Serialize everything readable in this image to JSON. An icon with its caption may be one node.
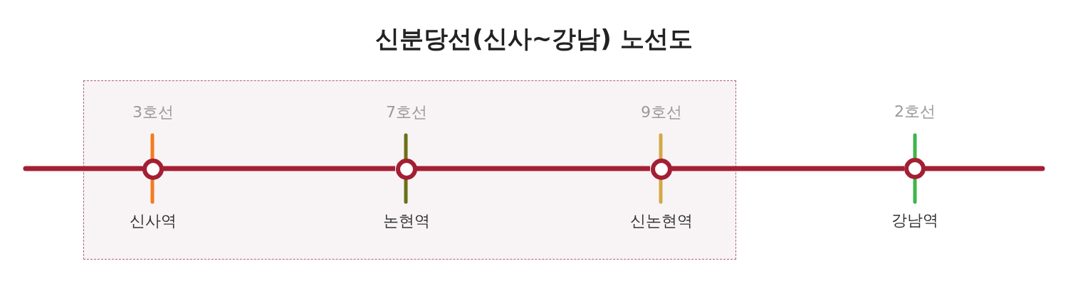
{
  "diagram": {
    "title": "신분당선(신사~강남) 노선도",
    "nodes": [
      {
        "text": [],
        "shape": "box"
      },
      {
        "text": [],
        "shape": "circle",
        "in": 0,
        "beside": [
          "3호선",
          "신사역"
        ]
      },
      {
        "text": [],
        "shape": "circle",
        "in": 0,
        "beside": [
          "7호선",
          "논현역"
        ]
      },
      {
        "text": [],
        "shape": "circle",
        "in": 0,
        "beside": [
          "9호선",
          "신논현역"
        ]
      },
      {
        "text": [],
        "shape": "circle",
        "beside": [
          "2호선",
          "강남역"
        ]
      }
    ],
    "edges": [
      {
        "from": null,
        "to": 1,
        "arrow": "none"
      },
      {
        "from": 1,
        "to": 2,
        "arrow": "none"
      },
      {
        "from": 2,
        "to": 3,
        "arrow": "none"
      },
      {
        "from": 3,
        "to": 4,
        "arrow": "none"
      },
      {
        "from": 4,
        "to": null,
        "arrow": "none"
      }
    ]
  }
}
